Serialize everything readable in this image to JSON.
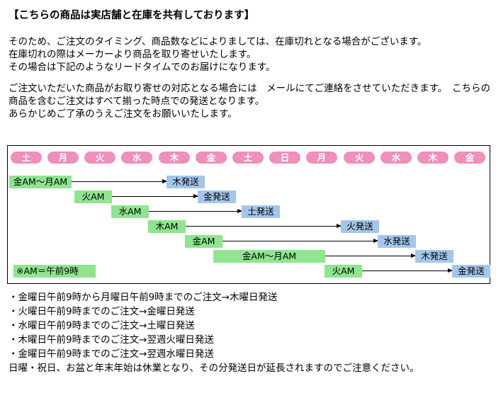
{
  "page": {
    "title": "【こちらの商品は実店舗と在庫を共有しております】",
    "paragraph1": "そのため、ご注文のタイミング、商品数などによりましては、在庫切れとなる場合がございます。\n在庫切れの際はメーカーより商品を取り寄せいたします。\nその場合は下記のようなリードタイムでのお届けになります。",
    "paragraph2": "ご注文いただいた商品がお取り寄せの対応となる場合には　メールにてご連絡をさせていただきます。　こちらの商品を含むご注文はすべて揃った時点での発送となります。\nあらかじめご了承のうえご注文をお願いいたします。"
  },
  "diagram": {
    "days": [
      "土",
      "月",
      "火",
      "水",
      "木",
      "金",
      "土",
      "日",
      "月",
      "火",
      "水",
      "木",
      "金"
    ],
    "rows": [
      {
        "order": "金AM〜月AM",
        "ship": "木発送"
      },
      {
        "order": "火AM",
        "ship": "金発送"
      },
      {
        "order": "水AM",
        "ship": "土発送"
      },
      {
        "order": "木AM",
        "ship": "火発送"
      },
      {
        "order": "金AM",
        "ship": "水発送"
      },
      {
        "order": "金AM〜月AM",
        "ship": "木発送"
      },
      {
        "order": "火AM",
        "ship": "金発送"
      }
    ],
    "note": "※AM＝午前9時",
    "colors": {
      "day_pill": "#ef8fba",
      "order_box": "#8ee58e",
      "ship_box": "#a3c7ec"
    }
  },
  "notes": [
    "・金曜日午前9時から月曜日午前9時までのご注文→木曜日発送",
    "・火曜日午前9時までのご注文→金曜日発送",
    "・水曜日午前9時までのご注文→土曜日発送",
    "・木曜日午前9時までのご注文→翌週火曜日発送",
    "・金曜日午前9時までのご注文→翌週水曜日発送"
  ],
  "footer_note": "日曜・祝日、お盆と年末年始は休業となり、その分発送日が延長されますのでご注意ください。"
}
